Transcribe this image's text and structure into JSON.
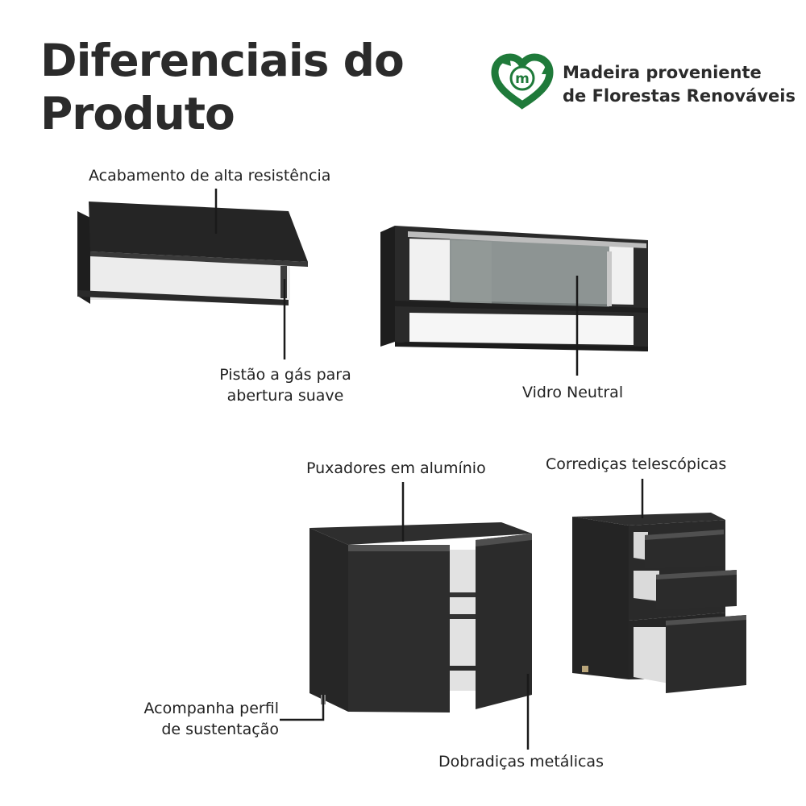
{
  "heading": {
    "line1": "Diferenciais do",
    "line2": "Produto"
  },
  "badge": {
    "icon": "recycle-heart-icon",
    "icon_letter": "m",
    "line1": "Madeira proveniente",
    "line2": "de Florestas Renováveis",
    "color": "#1f7a3a"
  },
  "features": {
    "finish": "Acabamento de alta resistência",
    "piston_line1": "Pistão a gás para",
    "piston_line2": "abertura suave",
    "glass": "Vidro Neutral",
    "handles": "Puxadores em alumínio",
    "slides": "Corrediças telescópicas",
    "profile_line1": "Acompanha perfil",
    "profile_line2": "de sustentação",
    "hinges": "Dobradiças metálicas"
  },
  "colors": {
    "cabinet": "#2a2a2a",
    "interior": "#e6e6e6",
    "leader_line": "#1a1a1a"
  }
}
